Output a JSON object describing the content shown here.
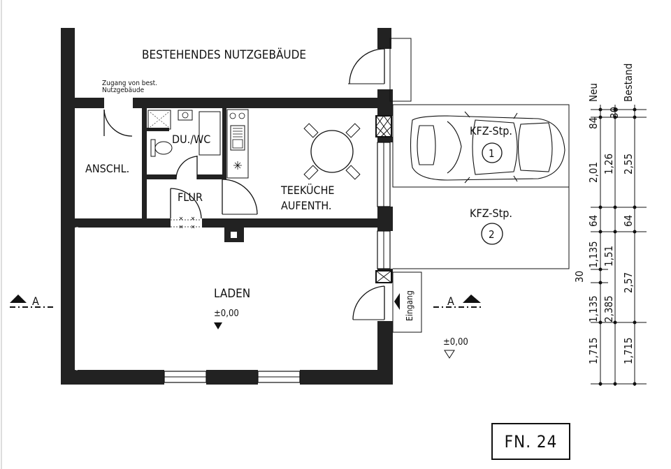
{
  "rooms": {
    "existing_building": "BESTEHENDES NUTZGEBÄUDE",
    "access_note_line1": "Zugang von best.",
    "access_note_line2": "Nutzgebäude",
    "anschl": "ANSCHL.",
    "du_wc": "DU./WC",
    "flur": "FLUR",
    "teekueche_line1": "TEEKÜCHE",
    "teekueche_line2": "AUFENTH.",
    "laden": "LADEN",
    "laden_level": "±0,00",
    "outside_level": "±0,00",
    "eingang": "Eingang"
  },
  "parking": {
    "space1_label": "KFZ-Stp.",
    "space1_number": "1",
    "space2_label": "KFZ-Stp.",
    "space2_number": "2"
  },
  "section_markers": {
    "left": "A",
    "right": "A"
  },
  "dimensions": {
    "neu_header": "Neu",
    "bestand_header": "Bestand",
    "neu": {
      "d1": "84",
      "d2": "2,01",
      "d3": "64",
      "d4": "1,135",
      "d5": "30",
      "d6": "1,135",
      "d7": "1,715"
    },
    "mid": {
      "d1": "30",
      "d2": "1,26",
      "d3": "1,51",
      "d4": "2,385"
    },
    "bestand": {
      "d1": "2,55",
      "d2": "64",
      "d3": "2,57",
      "d4": "1,715"
    }
  },
  "sheet_label": "FN. 24"
}
